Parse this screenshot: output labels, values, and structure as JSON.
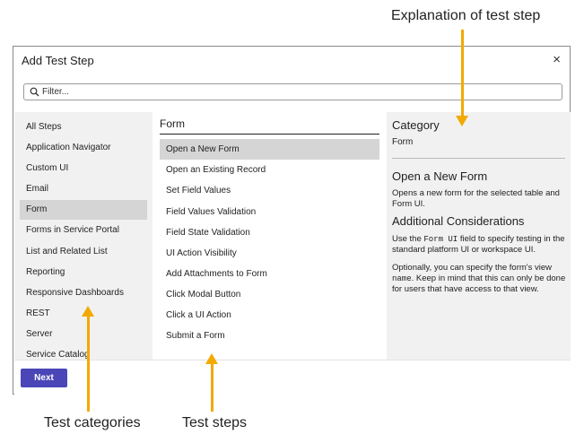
{
  "annotations": {
    "explanation": "Explanation of test step",
    "categories": "Test categories",
    "steps": "Test steps"
  },
  "dialog": {
    "title": "Add Test Step",
    "close_icon": "×",
    "filter_placeholder": "Filter..."
  },
  "categories": [
    {
      "label": "All Steps"
    },
    {
      "label": "Application Navigator"
    },
    {
      "label": "Custom UI"
    },
    {
      "label": "Email"
    },
    {
      "label": "Form",
      "selected": true
    },
    {
      "label": "Forms in Service Portal"
    },
    {
      "label": "List and Related List"
    },
    {
      "label": "Reporting"
    },
    {
      "label": "Responsive Dashboards"
    },
    {
      "label": "REST"
    },
    {
      "label": "Server"
    },
    {
      "label": "Service Catalog"
    }
  ],
  "steps": {
    "header": "Form",
    "items": [
      {
        "label": "Open a New Form",
        "selected": true
      },
      {
        "label": "Open an Existing Record"
      },
      {
        "label": "Set Field Values"
      },
      {
        "label": "Field Values Validation"
      },
      {
        "label": "Field State Validation"
      },
      {
        "label": "UI Action Visibility"
      },
      {
        "label": "Add Attachments to Form"
      },
      {
        "label": "Click Modal Button"
      },
      {
        "label": "Click a UI Action"
      },
      {
        "label": "Submit a Form"
      }
    ]
  },
  "explanation": {
    "category_heading": "Category",
    "category_value": "Form",
    "step_title": "Open a New Form",
    "step_description": "Opens a new form for the selected table and Form UI.",
    "additional_heading": "Additional Considerations",
    "p1_before": "Use the ",
    "p1_code": "Form UI",
    "p1_after": " field to specify testing in the standard platform UI or workspace UI.",
    "p2_before": "Optionally, you can specify the form's view ",
    "p2_code": "name",
    "p2_after": ". Keep in mind that this can only be done for users that have access to that view."
  },
  "footer": {
    "next_label": "Next"
  },
  "colors": {
    "accent_button": "#4a46b8",
    "annotation_arrow": "#f2a900",
    "panel_bg": "#f1f1f1",
    "selected_bg": "#d5d5d5"
  },
  "icons": {
    "search": "magnifier",
    "close": "close-x"
  }
}
